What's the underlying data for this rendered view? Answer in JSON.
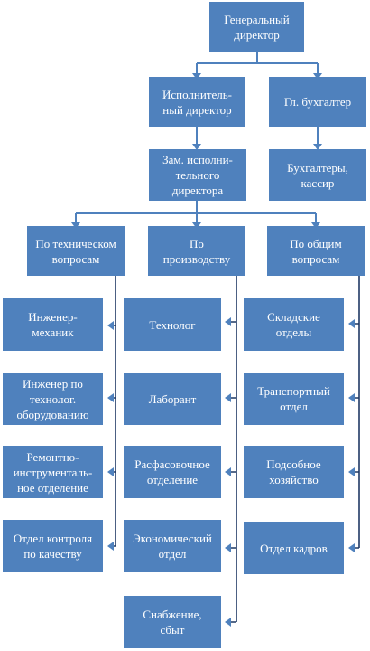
{
  "top": {
    "ceo": "Генеральный\nдиректор",
    "exec_director": "Исполнитель-\nный директор",
    "chief_accountant": "Гл. бухгалтер",
    "deputy": "Зам. исполни-\nтельного\nдиректора",
    "accountants": "Бухгалтеры,\nкассир"
  },
  "branches": {
    "technical": "По техническом\nвопросам",
    "production": "По\nпроизводству",
    "general": "По общим\nвопросам"
  },
  "technical_items": [
    "Инженер-\nмеханик",
    "Инженер по\nтехнолог.\nоборудованию",
    "Ремонтно-\nинструменталь-\nное отделение",
    "Отдел контроля\nпо качеству"
  ],
  "production_items": [
    "Технолог",
    "Лаборант",
    "Расфасовочное\nотделение",
    "Экономический\nотдел",
    "Снабжение,\nсбыт"
  ],
  "general_items": [
    "Складские\nотделы",
    "Транспортный\nотдел",
    "Подсобное\nхозяйство",
    "Отдел кадров"
  ]
}
